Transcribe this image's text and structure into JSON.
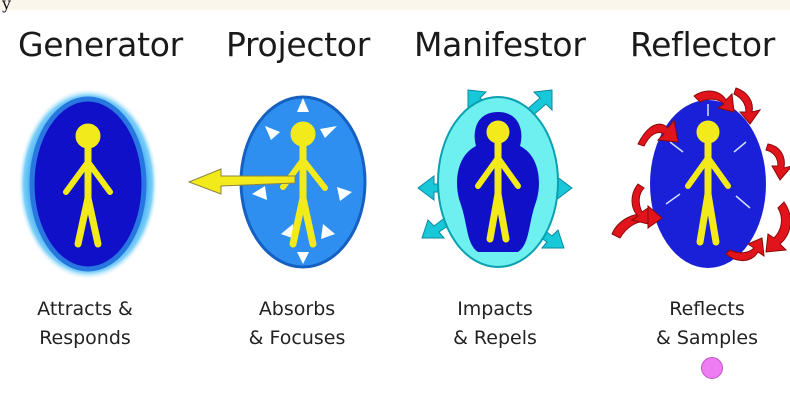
{
  "corner_fragment": "y",
  "types": [
    {
      "title": "Generator",
      "caption": "Attracts &\nResponds"
    },
    {
      "title": "Projector",
      "caption": "Absorbs\n& Focuses"
    },
    {
      "title": "Manifestor",
      "caption": "Impacts\n& Repels"
    },
    {
      "title": "Reflector",
      "caption": "Reflects\n& Samples"
    }
  ],
  "colors": {
    "stick_figure": "#f2ea1a",
    "generator_aura": "#1010c8",
    "projector_aura": "#2f8ff0",
    "manifestor_aura": "#6ff0f0",
    "reflector_aura": "#1a20d8",
    "red_arrows": "#e0141a",
    "cyan_arrows": "#18c8d8",
    "yellow_arrow": "#f2ea1a",
    "marker": "#ee7cf2"
  }
}
